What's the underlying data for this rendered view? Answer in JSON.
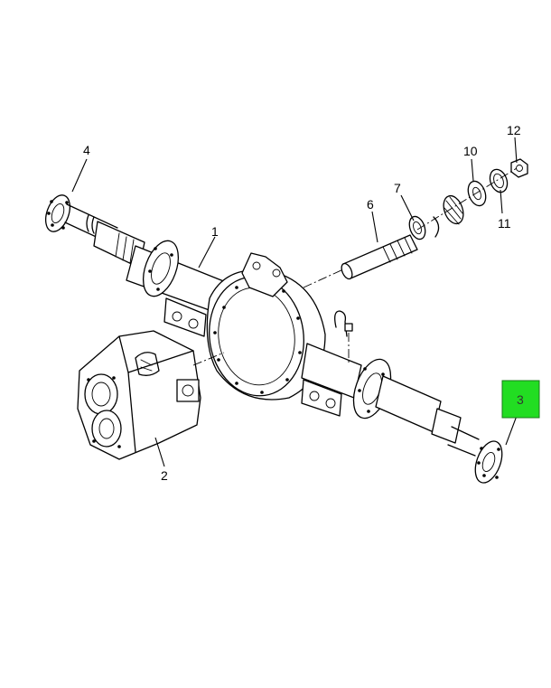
{
  "diagram": {
    "callouts": [
      {
        "id": "1",
        "label": "1",
        "highlighted": false
      },
      {
        "id": "2",
        "label": "2",
        "highlighted": false
      },
      {
        "id": "3",
        "label": "3",
        "highlighted": true
      },
      {
        "id": "4",
        "label": "4",
        "highlighted": false
      },
      {
        "id": "6",
        "label": "6",
        "highlighted": false
      },
      {
        "id": "7",
        "label": "7",
        "highlighted": false
      },
      {
        "id": "10",
        "label": "10",
        "highlighted": false
      },
      {
        "id": "11",
        "label": "11",
        "highlighted": false
      },
      {
        "id": "12",
        "label": "12",
        "highlighted": false
      }
    ],
    "highlight_color": "#22dd22",
    "line_color": "#000000"
  }
}
